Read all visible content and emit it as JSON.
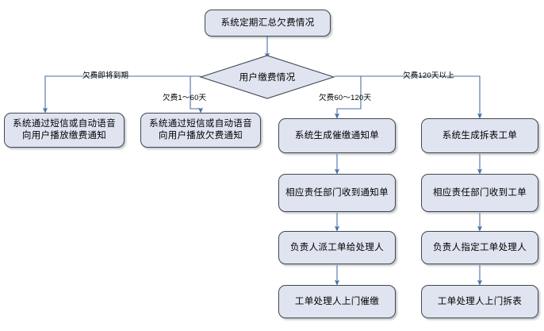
{
  "diagram": {
    "title_node": "系统定期汇总欠费情况",
    "decision": "用户缴费情况",
    "branch_labels": {
      "near_due": "欠费即将到期",
      "d1_60": "欠费1～60天",
      "d60_120": "欠费60～120天",
      "d120_plus": "欠费120天以上"
    },
    "columns": [
      {
        "id": "col-near-due",
        "nodes": [
          "系统通过短信或自动语音向用户播放缴费通知"
        ]
      },
      {
        "id": "col-1-60",
        "nodes": [
          "系统通过短信或自动语音向用户播放欠费通知"
        ]
      },
      {
        "id": "col-60-120",
        "nodes": [
          "系统生成催缴通知单",
          "相应责任部门收到通知单",
          "负责人派工单给处理人",
          "工单处理人上门催缴"
        ]
      },
      {
        "id": "col-120-plus",
        "nodes": [
          "系统生成拆表工单",
          "相应责任部门收到工单",
          "负责人指定工单处理人",
          "工单处理人上门拆表"
        ]
      }
    ],
    "colors": {
      "node_fill": "#dfe4f0",
      "node_border": "#41484f",
      "connector": "#4a6fa5",
      "background": "#ffffff",
      "text": "#000000"
    }
  }
}
